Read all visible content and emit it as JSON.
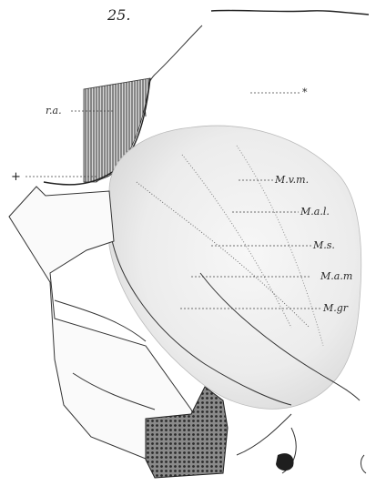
{
  "figure": {
    "number": "25.",
    "labels": {
      "ra": "r.a.",
      "star": "*",
      "plus": "+",
      "mvm": "M.v.m.",
      "mal": "M.a.l.",
      "ms": "M.s.",
      "mam": "M.a.m",
      "mgr": "M.gr"
    }
  }
}
